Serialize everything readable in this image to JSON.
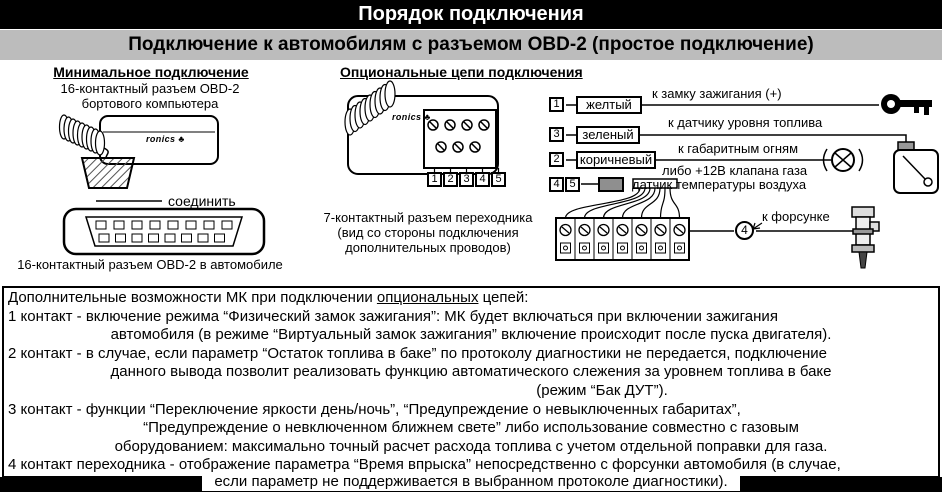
{
  "colors": {
    "header_bg": "#000000",
    "subheader_bg": "#bcbcbc",
    "sensor_box": "#8f8f8f"
  },
  "header": {
    "title": "Порядок подключения"
  },
  "subheader": {
    "title": "Подключение к автомобилям с разъемом OBD-2 (простое подключение)"
  },
  "icons": {
    "multitronics_logo": "♣"
  },
  "minimal": {
    "heading": "Минимальное подключение",
    "caption_line1": "16-контактный разъем OBD-2",
    "caption_line2": "бортового компьютера",
    "brand": "ronics",
    "connect_label": "соединить",
    "socket_caption": "16-контактный разъем OBD-2 в автомобиле"
  },
  "optional": {
    "heading": "Опциональные цепи подключения",
    "brand": "ronics",
    "pins": [
      "1",
      "2",
      "3",
      "4",
      "5"
    ],
    "caption_line1": "7-контактный разъем переходника",
    "caption_line2": "(вид со стороны подключения",
    "caption_line3": "дополнительных проводов)"
  },
  "wires": {
    "ignition": {
      "pin": "1",
      "color": "желтый",
      "dest": "к замку зажигания (+)"
    },
    "fuel": {
      "pin": "3",
      "color": "зеленый",
      "dest": "к датчику уровня топлива"
    },
    "lights": {
      "pin": "2",
      "color": "коричневый",
      "dest": "к габаритным огням",
      "alt": "либо +12В клапана газа"
    },
    "airtemp": {
      "pin_a": "4",
      "pin_b": "5",
      "dest": "датчик температуры воздуха"
    },
    "injector": {
      "pin": "4",
      "dest": "к форсунке"
    }
  },
  "notes": {
    "intro_pre": "Дополнительные возможности МК при подключении ",
    "intro_underline": "опциональных",
    "intro_post": " цепей:",
    "lines": [
      "1 контакт - включение режима “Физический замок зажигания”: МК будет включаться при включении зажигания",
      "автомобиля (в режиме “Виртуальный замок зажигания” включение происходит после пуска двигателя).",
      "2 контакт - в случае, если параметр “Остаток топлива в баке” по протоколу диагностики не передается, подключение",
      "данного вывода позволит реализовать функцию автоматического слежения за уровнем топлива в баке",
      "(режим “Бак ДУТ”).",
      "3 контакт - функции “Переключение яркости день/ночь”, “Предупреждение о невыключенных габаритах”,",
      "“Предупреждение о невключенном ближнем свете” либо использование совместно с газовым",
      "оборудованием: максимально точный расчет расхода топлива с учетом отдельной поправки для газа.",
      "4 контакт переходника - отображение параметра “Время впрыска” непосредственно с форсунки автомобиля (в случае,"
    ],
    "footer_line": "если параметр не поддерживается в выбранном протоколе диагностики)."
  }
}
